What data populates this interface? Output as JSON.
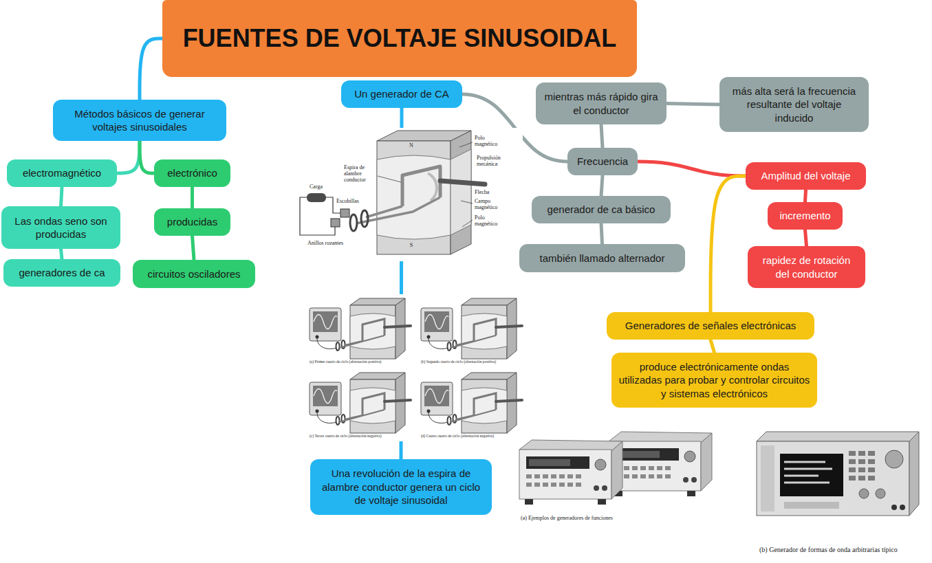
{
  "diagram": {
    "nodes": [
      {
        "text": [
          "FUENTES DE VOLTAJE SINUSOIDAL"
        ]
      },
      {
        "text": [
          "Métodos básicos de generar voltajes sinusoidales"
        ]
      },
      {
        "text": [
          "electromagnético"
        ]
      },
      {
        "text": [
          "electrónico"
        ]
      },
      {
        "text": [
          "Las ondas seno son producidas"
        ]
      },
      {
        "text": [
          "producidas"
        ]
      },
      {
        "text": [
          "generadores de ca"
        ]
      },
      {
        "text": [
          "circuitos osciladores"
        ]
      },
      {
        "text": [
          "Un generador de CA"
        ]
      },
      {
        "text": [
          "Una revolución de la espira de alambre conductor genera un ciclo de voltaje sinusoidal"
        ]
      },
      {
        "text": [
          "mientras más rápido gira el conductor"
        ]
      },
      {
        "text": [
          "más alta será la frecuencia resultante del voltaje inducido"
        ]
      },
      {
        "text": [
          "Frecuencia"
        ]
      },
      {
        "text": [
          "generador de ca básico"
        ]
      },
      {
        "text": [
          "también llamado alternador"
        ]
      },
      {
        "text": [
          "Amplitud del voltaje"
        ]
      },
      {
        "text": [
          "incremento"
        ]
      },
      {
        "text": [
          "rapidez de rotación del conductor"
        ]
      },
      {
        "text": [
          "Generadores de señales electrónicas"
        ]
      },
      {
        "text": [
          "produce electrónicamente ondas utilizadas para probar y controlar circuitos y sistemas electrónicos"
        ]
      }
    ],
    "edges": [
      {
        "from": 0,
        "to": 1,
        "arrow": "none"
      },
      {
        "from": 1,
        "to": 2,
        "arrow": "none"
      },
      {
        "from": 1,
        "to": 3,
        "arrow": "none"
      },
      {
        "from": 2,
        "to": 4,
        "arrow": "none"
      },
      {
        "from": 4,
        "to": 6,
        "arrow": "none"
      },
      {
        "from": 3,
        "to": 5,
        "arrow": "none"
      },
      {
        "from": 5,
        "to": 7,
        "arrow": "none"
      },
      {
        "from": 8,
        "to": 9,
        "arrow": "none"
      },
      {
        "from": 8,
        "to": 12,
        "arrow": "none"
      },
      {
        "from": 12,
        "to": 10,
        "arrow": "none"
      },
      {
        "from": 10,
        "to": 11,
        "arrow": "none"
      },
      {
        "from": 12,
        "to": 13,
        "arrow": "none"
      },
      {
        "from": 13,
        "to": 14,
        "arrow": "none"
      },
      {
        "from": 12,
        "to": 15,
        "arrow": "none"
      },
      {
        "from": 15,
        "to": 16,
        "arrow": "none"
      },
      {
        "from": 16,
        "to": 17,
        "arrow": "none"
      },
      {
        "from": 15,
        "to": 18,
        "arrow": "none"
      },
      {
        "from": 18,
        "to": 19,
        "arrow": "none"
      }
    ],
    "labels": [
      "Polo magnético",
      "N",
      "Propulsión mecánica",
      "Espira de alambre conductor",
      "Carga",
      "Flecha",
      "Campo magnético",
      "Escobillas",
      "Polo magnético",
      "S",
      "Anillos rozantes",
      "(a) Primer cuarto de ciclo (alternación positiva)",
      "(b) Segundo cuarto de ciclo (alternación positiva)",
      "(c) Tercer cuarto de ciclo (alternación negativa)",
      "(d) Cuarto cuarto de ciclo (alternación negativa)",
      "(a) Ejemplos de generadores de funciones",
      "(b) Generador de formas de onda arbitrarias típico"
    ]
  }
}
